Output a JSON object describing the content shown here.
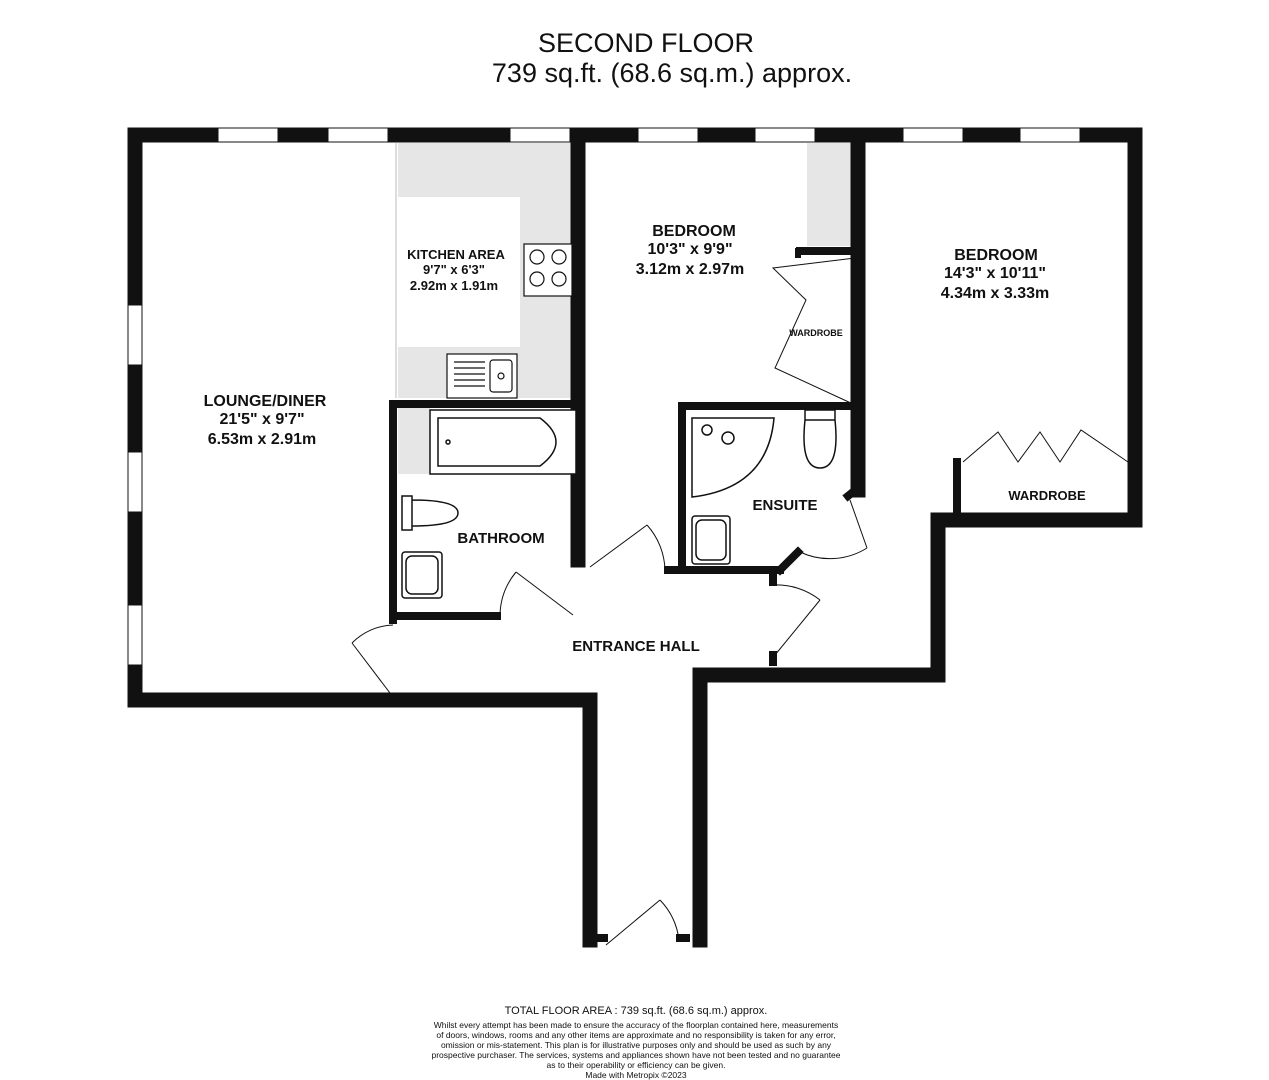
{
  "header": {
    "floor": "SECOND FLOOR",
    "area": "739 sq.ft. (68.6 sq.m.) approx."
  },
  "rooms": {
    "lounge": {
      "name": "LOUNGE/DINER",
      "imperial": "21'5\"  x 9'7\"",
      "metric": "6.53m  x 2.91m"
    },
    "kitchen": {
      "name": "KITCHEN AREA",
      "imperial": "9'7\"  x 6'3\"",
      "metric": "2.92m  x 1.91m"
    },
    "bedroom1": {
      "name": "BEDROOM",
      "imperial": "10'3\"  x 9'9\"",
      "metric": "3.12m  x 2.97m"
    },
    "bedroom2": {
      "name": "BEDROOM",
      "imperial": "14'3\"  x 10'11\"",
      "metric": "4.34m  x 3.33m"
    },
    "wardrobe_small": {
      "name": "WARDROBE"
    },
    "wardrobe_large": {
      "name": "WARDROBE"
    },
    "bathroom": {
      "name": "BATHROOM"
    },
    "ensuite": {
      "name": "ENSUITE"
    },
    "hall": {
      "name": "ENTRANCE HALL"
    }
  },
  "footer": {
    "total": "TOTAL FLOOR AREA : 739 sq.ft. (68.6 sq.m.) approx.",
    "disclaimer": [
      "Whilst every attempt has been made to ensure the accuracy of the floorplan contained here, measurements",
      "of doors, windows, rooms and any other items are approximate and no responsibility is taken for any error,",
      "omission or mis-statement. This plan is for illustrative purposes only and should be used as such by any",
      "prospective purchaser. The services, systems and appliances shown have not been tested and no guarantee",
      "as to their operability or efficiency can be given."
    ],
    "credit": "Made with Metropix ©2023"
  },
  "colors": {
    "wall": "#111111",
    "fixture_fill": "#e6e6e6",
    "background": "#ffffff"
  }
}
